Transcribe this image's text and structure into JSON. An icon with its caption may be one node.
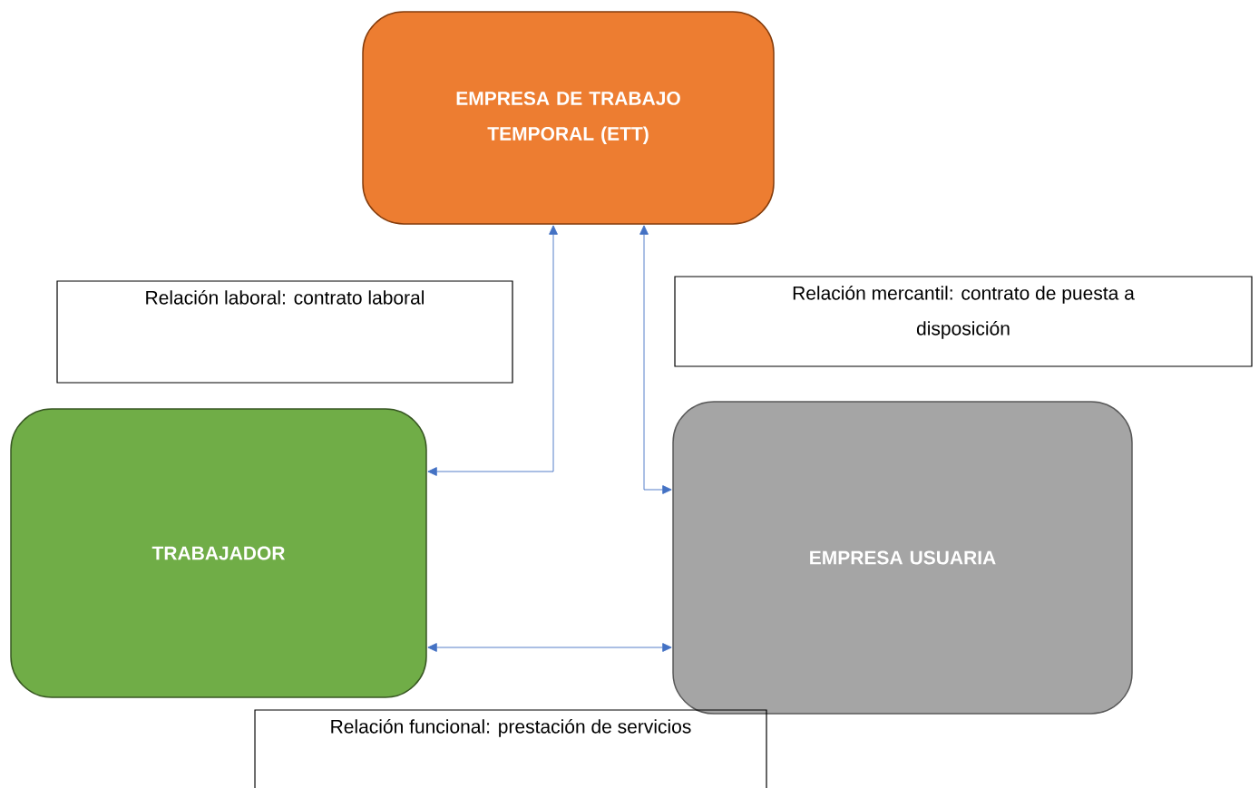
{
  "diagram": {
    "nodes": [
      {
        "text": [
          "EMPRESA DE TRABAJO TEMPORAL (ETT)"
        ]
      },
      {
        "text": [
          "TRABAJADOR"
        ]
      },
      {
        "text": [
          "EMPRESA USUARIA"
        ]
      },
      {
        "text": [
          "Relación laboral: contrato laboral"
        ]
      },
      {
        "text": [
          "Relación mercantil: contrato de puesta a disposición"
        ]
      },
      {
        "text": [
          "Relación funcional: prestación de servicios"
        ]
      }
    ],
    "edges": [
      {
        "from": 1,
        "to": 0,
        "arrow": "both"
      },
      {
        "from": 2,
        "to": 0,
        "arrow": "both"
      },
      {
        "from": 1,
        "to": 2,
        "arrow": "both"
      }
    ]
  }
}
